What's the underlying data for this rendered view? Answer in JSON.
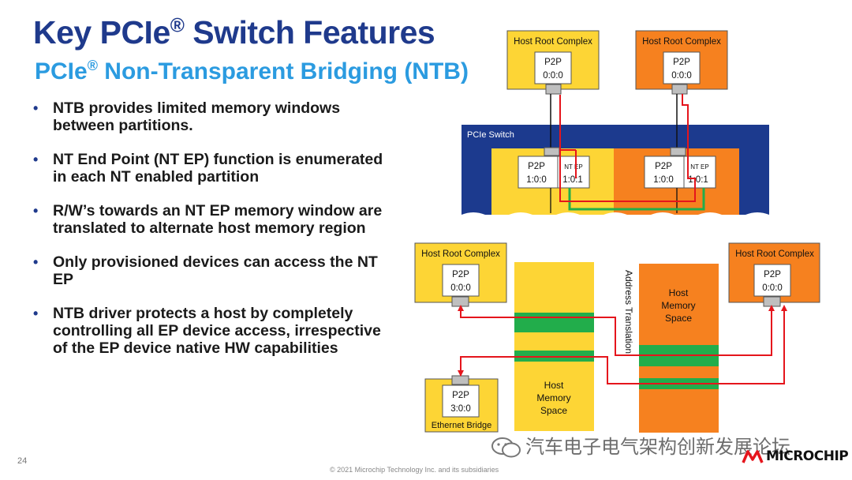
{
  "page": {
    "title": "Key PCIe",
    "title_rest": " Switch Features",
    "subtitle": "PCIe",
    "subtitle_rest": " Non-Transparent Bridging (NTB)",
    "registered_mark": "®",
    "page_number": "24",
    "copyright": "© 2021 Microchip Technology Inc. and its subsidiaries",
    "watermark": "汽车电子电气架构创新发展论坛",
    "logo_text": "MICROCHIP"
  },
  "bullets": [
    "NTB provides limited memory windows between partitions.",
    "NT End Point (NT EP) function is enumerated in each NT enabled partition",
    "R/W’s towards an NT EP memory window are translated to alternate host memory region",
    "Only provisioned devices can access the NT EP",
    "NTB driver protects a host by completely controlling all EP device access, irrespective of the EP device native HW capabilities"
  ],
  "diagram_top": {
    "host_left": {
      "label": "Host Root Complex",
      "p2p": "P2P",
      "bdf": "0:0:0"
    },
    "host_right": {
      "label": "Host Root Complex",
      "p2p": "P2P",
      "bdf": "0:0:0"
    },
    "switch_label": "PCIe Switch",
    "left_partition": {
      "p2p": "P2P",
      "p2p_bdf": "1:0:0",
      "ntep": "NT EP",
      "ntep_bdf": "1:0:1"
    },
    "right_partition": {
      "p2p": "P2P",
      "p2p_bdf": "1:0:0",
      "ntep": "NT EP",
      "ntep_bdf": "1:0:1"
    }
  },
  "diagram_bottom": {
    "host_left": {
      "label": "Host Root Complex",
      "p2p": "P2P",
      "bdf": "0:0:0"
    },
    "host_right": {
      "label": "Host Root Complex",
      "p2p": "P2P",
      "bdf": "0:0:0"
    },
    "ethernet": {
      "label": "Ethernet Bridge",
      "p2p": "P2P",
      "bdf": "3:0:0"
    },
    "mem_left": [
      "Host",
      "Memory",
      "Space"
    ],
    "mem_right": [
      "Host",
      "Memory",
      "Space"
    ],
    "address_translation": "Address Translation"
  },
  "colors": {
    "title": "#1f3a8c",
    "subtitle": "#2b9be0",
    "yellow": "#fdd535",
    "orange": "#f6811f",
    "navy": "#1c3a8e",
    "green": "#22ad4b",
    "red": "#e5151c"
  }
}
